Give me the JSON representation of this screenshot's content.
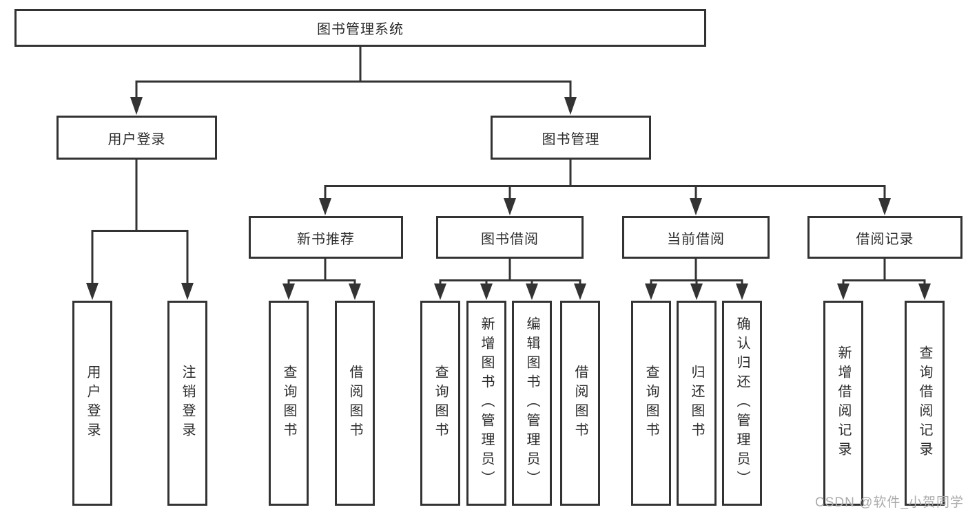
{
  "tree": {
    "root": "图书管理系统",
    "branches": [
      {
        "label": "用户登录",
        "children": [
          "用户登录",
          "注销登录"
        ]
      },
      {
        "label": "图书管理",
        "groups": [
          {
            "label": "新书推荐",
            "children": [
              "查询图书",
              "借阅图书"
            ]
          },
          {
            "label": "图书借阅",
            "children": [
              "查询图书",
              "新增图书（管理员）",
              "编辑图书（管理员）",
              "借阅图书"
            ]
          },
          {
            "label": "当前借阅",
            "children": [
              "查询图书",
              "归还图书",
              "确认归还（管理员）"
            ]
          },
          {
            "label": "借阅记录",
            "children": [
              "新增借阅记录",
              "查询借阅记录"
            ]
          }
        ]
      }
    ]
  },
  "watermark": "CSDN @软件_小贺同学",
  "colors": {
    "line": "#333333",
    "text": "#2b2b2b",
    "watermark": "#ababab",
    "background": "#ffffff"
  }
}
